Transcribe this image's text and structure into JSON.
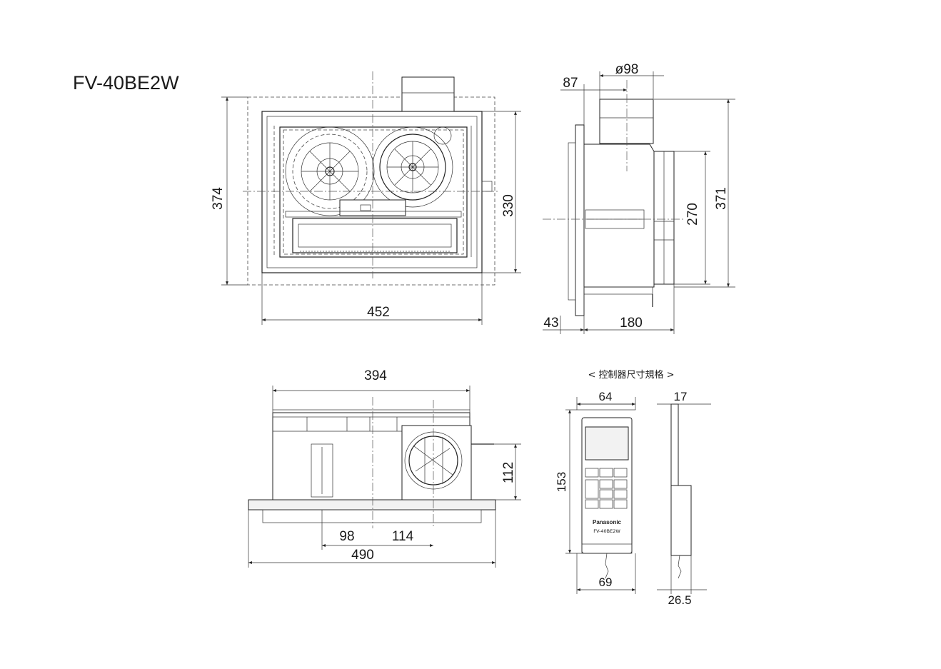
{
  "title": "FV-40BE2W",
  "front_view": {
    "width_label": "452",
    "height_outer_label": "374",
    "height_inner_label": "330"
  },
  "side_view": {
    "duct_diameter_label": "ø98",
    "offset_label": "87",
    "height_outer_label": "371",
    "height_inner_label": "270",
    "flange_label": "43",
    "depth_label": "180"
  },
  "bottom_view": {
    "width_top_label": "394",
    "duct_height_label": "112",
    "offset_a_label": "98",
    "offset_b_label": "114",
    "width_bottom_label": "490"
  },
  "controller": {
    "section_title": "< 控制器尺寸規格 >",
    "width_top_label": "64",
    "thickness_top_label": "17",
    "height_label": "153",
    "width_bottom_label": "69",
    "thickness_bottom_label": "26.5",
    "brand": "Panasonic",
    "model": "FV-40BE2W"
  }
}
